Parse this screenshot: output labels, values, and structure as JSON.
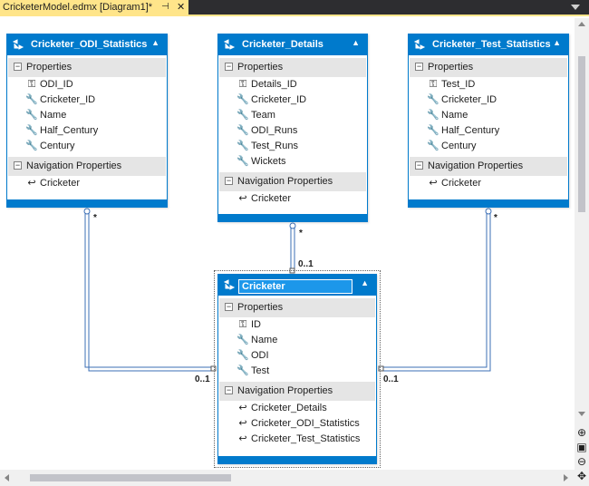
{
  "tab": {
    "title": "CricketerModel.edmx [Diagram1]*",
    "pin_glyph": "⊣",
    "close_glyph": "✕"
  },
  "colors": {
    "entity_header": "#007acc",
    "section_bg": "#e5e5e5",
    "tab_active": "#ffe58a",
    "connector": "#3b6fb6"
  },
  "entities": {
    "odi_statistics": {
      "name": "Cricketer_ODI_Statistics",
      "properties_label": "Properties",
      "properties": [
        {
          "name": "ODI_ID",
          "icon": "key-icon"
        },
        {
          "name": "Cricketer_ID",
          "icon": "wrench-icon"
        },
        {
          "name": "Name",
          "icon": "wrench-icon"
        },
        {
          "name": "Half_Century",
          "icon": "wrench-icon"
        },
        {
          "name": "Century",
          "icon": "wrench-icon"
        }
      ],
      "nav_label": "Navigation Properties",
      "navigation": [
        "Cricketer"
      ]
    },
    "details": {
      "name": "Cricketer_Details",
      "properties_label": "Properties",
      "properties": [
        {
          "name": "Details_ID",
          "icon": "key-icon"
        },
        {
          "name": "Cricketer_ID",
          "icon": "wrench-icon"
        },
        {
          "name": "Team",
          "icon": "wrench-icon"
        },
        {
          "name": "ODI_Runs",
          "icon": "wrench-icon"
        },
        {
          "name": "Test_Runs",
          "icon": "wrench-icon"
        },
        {
          "name": "Wickets",
          "icon": "wrench-icon"
        }
      ],
      "nav_label": "Navigation Properties",
      "navigation": [
        "Cricketer"
      ]
    },
    "test_statistics": {
      "name": "Cricketer_Test_Statistics",
      "properties_label": "Properties",
      "properties": [
        {
          "name": "Test_ID",
          "icon": "key-icon"
        },
        {
          "name": "Cricketer_ID",
          "icon": "wrench-icon"
        },
        {
          "name": "Name",
          "icon": "wrench-icon"
        },
        {
          "name": "Half_Century",
          "icon": "wrench-icon"
        },
        {
          "name": "Century",
          "icon": "wrench-icon"
        }
      ],
      "nav_label": "Navigation Properties",
      "navigation": [
        "Cricketer"
      ]
    },
    "cricketer": {
      "name": "Cricketer",
      "properties_label": "Properties",
      "properties": [
        {
          "name": "ID",
          "icon": "key-icon"
        },
        {
          "name": "Name",
          "icon": "wrench-icon"
        },
        {
          "name": "ODI",
          "icon": "wrench-icon"
        },
        {
          "name": "Test",
          "icon": "wrench-icon"
        }
      ],
      "nav_label": "Navigation Properties",
      "navigation": [
        "Cricketer_Details",
        "Cricketer_ODI_Statistics",
        "Cricketer_Test_Statistics"
      ]
    }
  },
  "multiplicity": {
    "odi_many": "*",
    "details_many": "*",
    "test_many": "*",
    "odi_one": "0..1",
    "details_one": "0..1",
    "test_one": "0..1"
  },
  "zoom_tools": [
    "zoom-in-icon",
    "fit-icon",
    "zoom-out-icon",
    "pan-icon"
  ]
}
